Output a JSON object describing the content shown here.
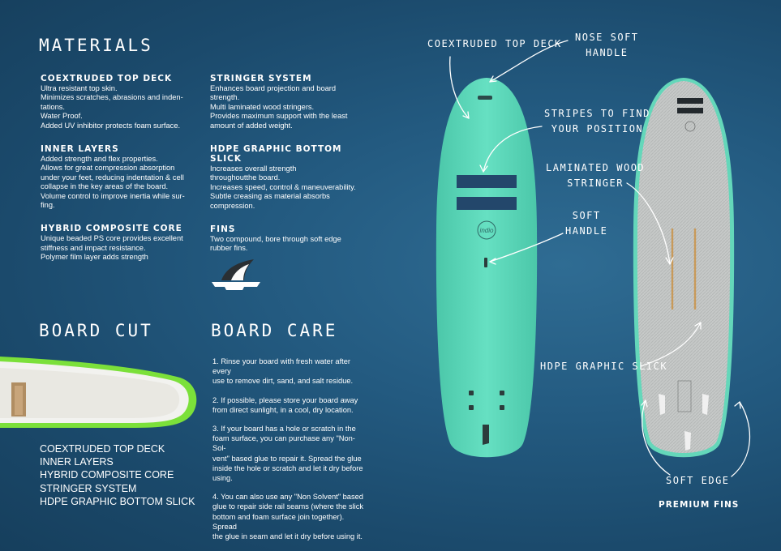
{
  "materials": {
    "heading": "MATERIALS",
    "sections": [
      {
        "title": "COEXTRUDED TOP DECK",
        "lines": [
          "Ultra resistant top skin.",
          "Minimizes scratches, abrasions and inden-",
          "tations.",
          "Water Proof.",
          "Added UV inhibitor protects foam surface."
        ]
      },
      {
        "title": "INNER LAYERS",
        "lines": [
          "Added strength and flex properties.",
          "Allows for great compression absorption",
          "under your feet, reducing indentation & cell",
          "collapse in the key areas of the board.",
          "Volume control to improve inertia while sur-",
          "fing."
        ]
      },
      {
        "title": "HYBRID COMPOSITE CORE",
        "lines": [
          "Unique beaded PS core provides excellent",
          "stiffness and impact resistance.",
          "Polymer film layer adds strength"
        ]
      }
    ],
    "sections_right": [
      {
        "title": "STRINGER SYSTEM",
        "lines": [
          "Enhances board projection and board strength.",
          "Multi laminated wood stringers.",
          "Provides maximum support with the least",
          "amount of added weight."
        ]
      },
      {
        "title": "HDPE GRAPHIC BOTTOM SLICK",
        "lines": [
          "Increases overall strength",
          "throughoutthe board.",
          "Increases speed, control & maneuverability.",
          "Subtle creasing as material absorbs",
          "compression."
        ]
      },
      {
        "title": "FINS",
        "lines": [
          "Two compound, bore through soft edge",
          "rubber fins."
        ]
      }
    ]
  },
  "board_cut": {
    "heading": "BOARD CUT",
    "items": [
      "COEXTRUDED TOP DECK",
      "INNER LAYERS",
      "HYBRID COMPOSITE CORE",
      "STRINGER SYSTEM",
      "HDPE GRAPHIC BOTTOM SLICK"
    ]
  },
  "board_care": {
    "heading": "BOARD CARE",
    "paragraphs": [
      [
        "1. Rinse your board with fresh water after every",
        "use to     remove dirt, sand, and salt residue."
      ],
      [
        "2.  If possible, please store your board away",
        "from direct sunlight, in a cool, dry location."
      ],
      [
        "3. If your board has a hole or scratch in the",
        "foam surface, you can purchase any \"Non-Sol-",
        "vent\" based glue to repair it. Spread the glue",
        "inside the hole or scratch and let it dry before",
        "using."
      ],
      [
        "4. You can also use any \"Non Solvent\" based",
        "glue to repair side rail seams (where the slick",
        "bottom and foam surface join together). Spread",
        "the glue in seam and let it dry before using it."
      ]
    ]
  },
  "callouts": {
    "coextruded_top_deck": "COEXTRUDED TOP DECK",
    "nose_soft_handle": [
      "NOSE SOFT",
      "HANDLE"
    ],
    "stripes": [
      "STRIPES TO FIND",
      "YOUR POSITION"
    ],
    "laminated_wood_stringer": [
      "LAMINATED WOOD",
      "STRINGER"
    ],
    "soft_handle": [
      "SOFT",
      "HANDLE"
    ],
    "hdpe_graphic_slick": "HDPE GRAPHIC SLICK",
    "soft_edge": "SOFT EDGE",
    "premium_fins": "PREMIUM FINS"
  },
  "board_logo": "indio",
  "colors": {
    "background": "#1d4f73",
    "deck": "#5fdcbe",
    "stripe": "#23476b",
    "bottom": "#c9cccb",
    "rail_green": "#7be03a"
  }
}
